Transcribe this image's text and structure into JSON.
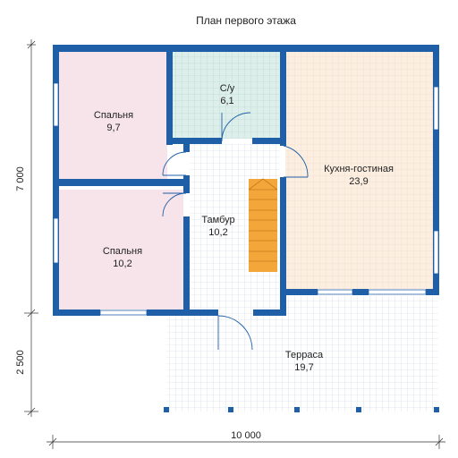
{
  "title": "План первого этажа",
  "rooms": {
    "bedroom_top": {
      "name": "Спальня",
      "area": "9,7"
    },
    "bathroom": {
      "name": "С/у",
      "area": "6,1"
    },
    "kitchen": {
      "name": "Кухня-гостиная",
      "area": "23,9"
    },
    "vestibule": {
      "name": "Тамбур",
      "area": "10,2"
    },
    "bedroom_bottom": {
      "name": "Спальня",
      "area": "10,2"
    },
    "terrace": {
      "name": "Терраса",
      "area": "19,7"
    }
  },
  "dimensions": {
    "height_main": "7 000",
    "height_terrace": "2 500",
    "width": "10 000"
  },
  "colors": {
    "wall": "#1f5fa8",
    "bedroom_fill": "#f6e4ea",
    "bathroom_fill": "#d8ece8",
    "kitchen_fill": "#fbeee0",
    "tile_grid": "#c9d3df",
    "stair_fill": "#f3a63a",
    "window_fill": "#ffffff"
  }
}
